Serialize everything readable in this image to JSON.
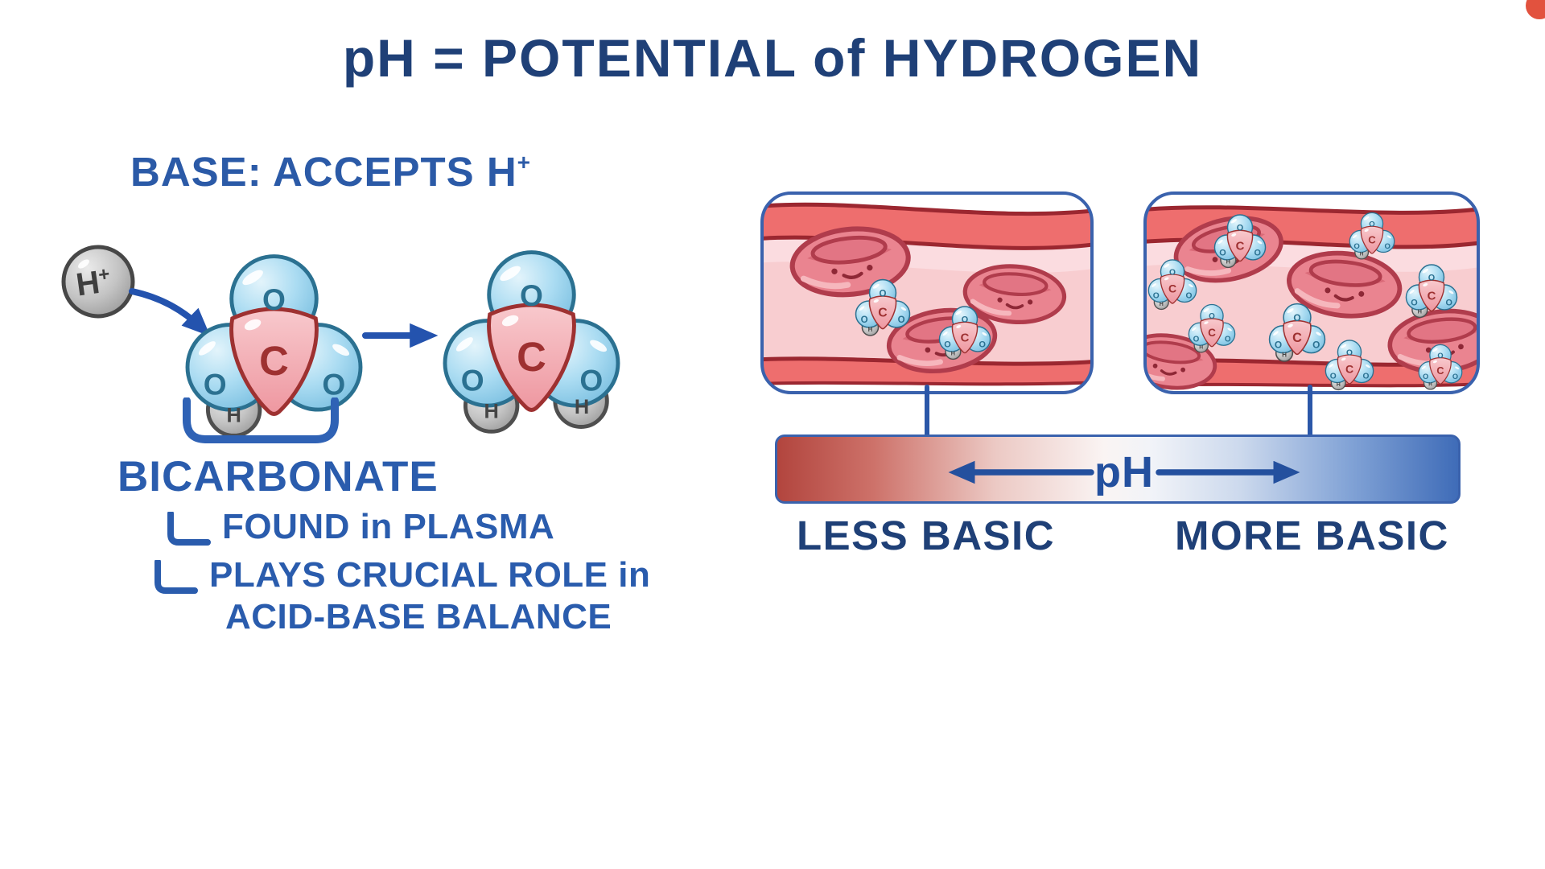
{
  "title": "pH = POTENTIAL of HYDROGEN",
  "left_panel": {
    "heading_main": "BASE: ACCEPTS H",
    "heading_sup": "+",
    "hydrogen_ion": {
      "symbol": "H",
      "charge": "+"
    },
    "atom_labels": {
      "oxygen": "O",
      "carbon": "C",
      "hydrogen": "H"
    },
    "molecule_name": "BICARBONATE",
    "bullet_1": "FOUND in PLASMA",
    "bullet_2_line1": "PLAYS CRUCIAL ROLE in",
    "bullet_2_line2": "ACID-BASE BALANCE"
  },
  "right_panel": {
    "ph_label": "pH",
    "left_caption": "LESS BASIC",
    "right_caption": "MORE BASIC"
  },
  "colors": {
    "title_navy": "#1f4077",
    "heading_blue": "#2b5aa7",
    "body_blue": "#2a5cad",
    "arrow_blue": "#2453ae",
    "ph_scale_blue": "#24509e",
    "gradient_left_red": "#b2453e",
    "gradient_right_blue": "#3f6cb8",
    "vessel_wall_red": "#ee6e6e",
    "vessel_lumen_pink": "#f8cdd0",
    "oxygen_sphere_blue": "#abdcf2",
    "carbon_center_pink": "#ef9aa3",
    "hydrogen_gray": "#c4c4c4",
    "corner_dot": "#e2523e"
  }
}
